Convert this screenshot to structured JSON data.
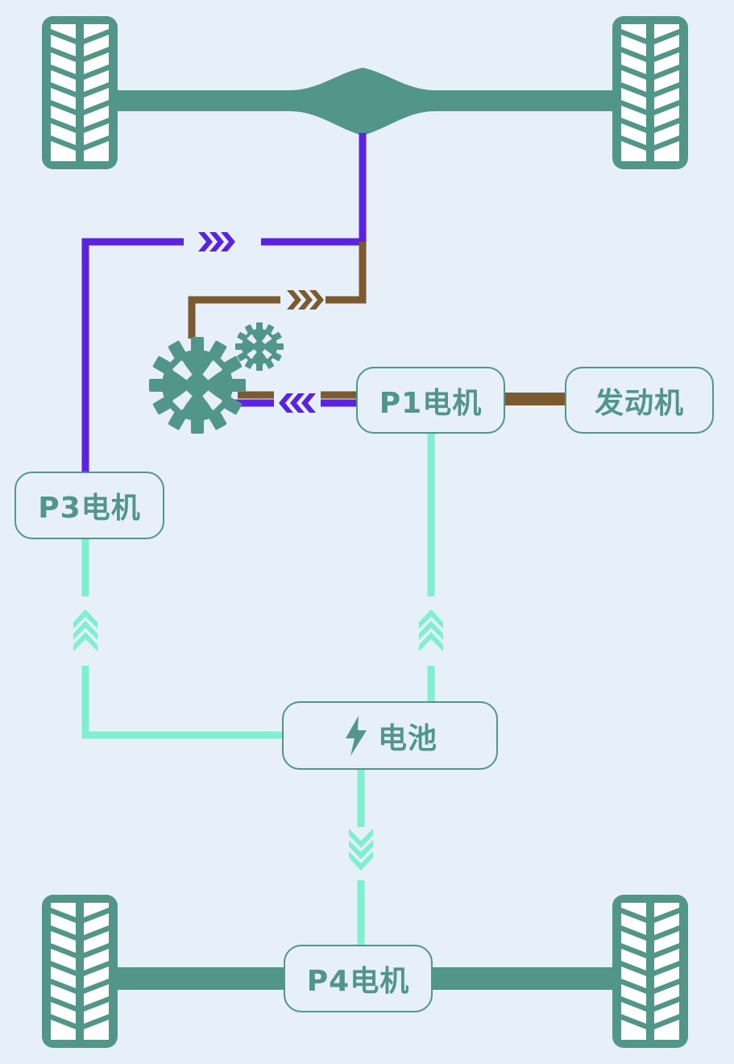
{
  "nodes": {
    "p1": "P1电机",
    "engine": "发动机",
    "p3": "P3电机",
    "battery": "电池",
    "p4": "P4电机"
  },
  "colors": {
    "background": "#e7eff8",
    "teal": "#52968a",
    "electric": "#7ff0cf",
    "mechanical": "#5a23e0",
    "engine_power": "#7a5a2e"
  },
  "icons": [
    "wheel-icon",
    "gear-icon",
    "chevron-arrow-icon",
    "lightning-bolt-icon"
  ]
}
